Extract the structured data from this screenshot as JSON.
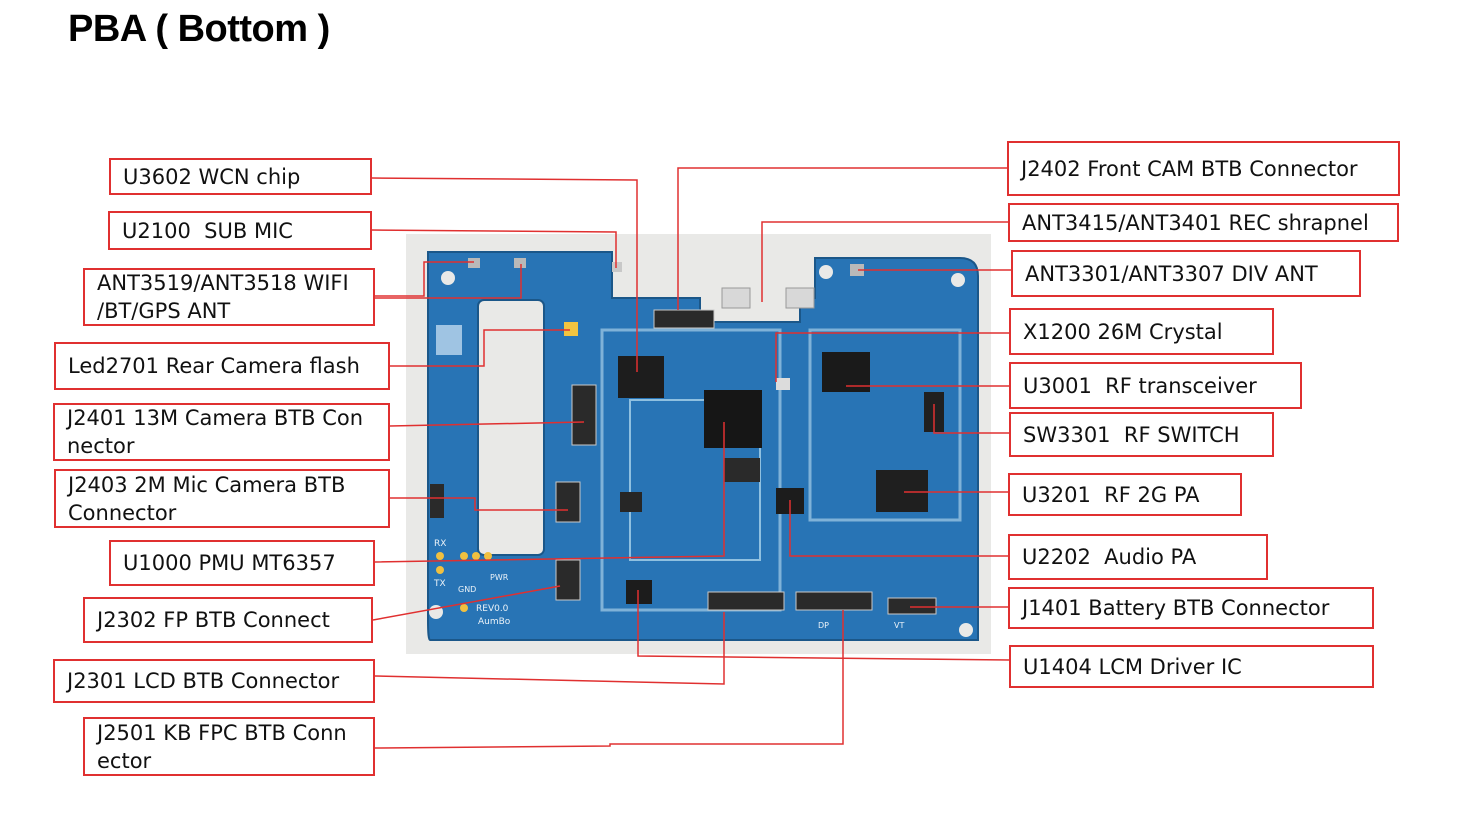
{
  "title": "PBA ( Bottom )",
  "colors": {
    "callout_border": "#e03030",
    "leader_line": "#e03030",
    "board": "#1f6fa8"
  },
  "callouts_left": [
    {
      "id": "u3602",
      "text": "U3602 WCN chip"
    },
    {
      "id": "u2100",
      "text": "U2100  SUB MIC"
    },
    {
      "id": "ant3519",
      "text": "ANT3519/ANT3518 WIFI\n/BT/GPS ANT"
    },
    {
      "id": "led2701",
      "text": "Led2701 Rear Camera flash"
    },
    {
      "id": "j2401",
      "text": "J2401 13M Camera BTB Con\nnector"
    },
    {
      "id": "j2403",
      "text": "J2403 2M Mic Camera BTB\nConnector"
    },
    {
      "id": "u1000",
      "text": "U1000 PMU MT6357"
    },
    {
      "id": "j2302",
      "text": "J2302 FP BTB Connect"
    },
    {
      "id": "j2301",
      "text": "J2301 LCD BTB Connector"
    },
    {
      "id": "j2501",
      "text": "J2501 KB FPC BTB Conn\nector"
    }
  ],
  "callouts_right": [
    {
      "id": "j2402",
      "text": "J2402 Front CAM BTB Connector"
    },
    {
      "id": "ant3415",
      "text": "ANT3415/ANT3401 REC shrapnel"
    },
    {
      "id": "ant3301",
      "text": "ANT3301/ANT3307 DIV ANT"
    },
    {
      "id": "x1200",
      "text": "X1200 26M Crystal"
    },
    {
      "id": "u3001",
      "text": "U3001  RF transceiver"
    },
    {
      "id": "sw3301",
      "text": "SW3301  RF SWITCH"
    },
    {
      "id": "u3201",
      "text": "U3201  RF 2G PA"
    },
    {
      "id": "u2202",
      "text": "U2202  Audio PA"
    },
    {
      "id": "j1401",
      "text": "J1401 Battery BTB Connector"
    },
    {
      "id": "u1404",
      "text": "U1404 LCM Driver IC"
    }
  ],
  "board_silkscreen": {
    "rx": "RX",
    "tx": "TX",
    "gnd": "GND",
    "pwr": "PWR",
    "rev": "REV0.0",
    "aumbo": "AumBo",
    "dp": "DP",
    "vt": "VT"
  }
}
